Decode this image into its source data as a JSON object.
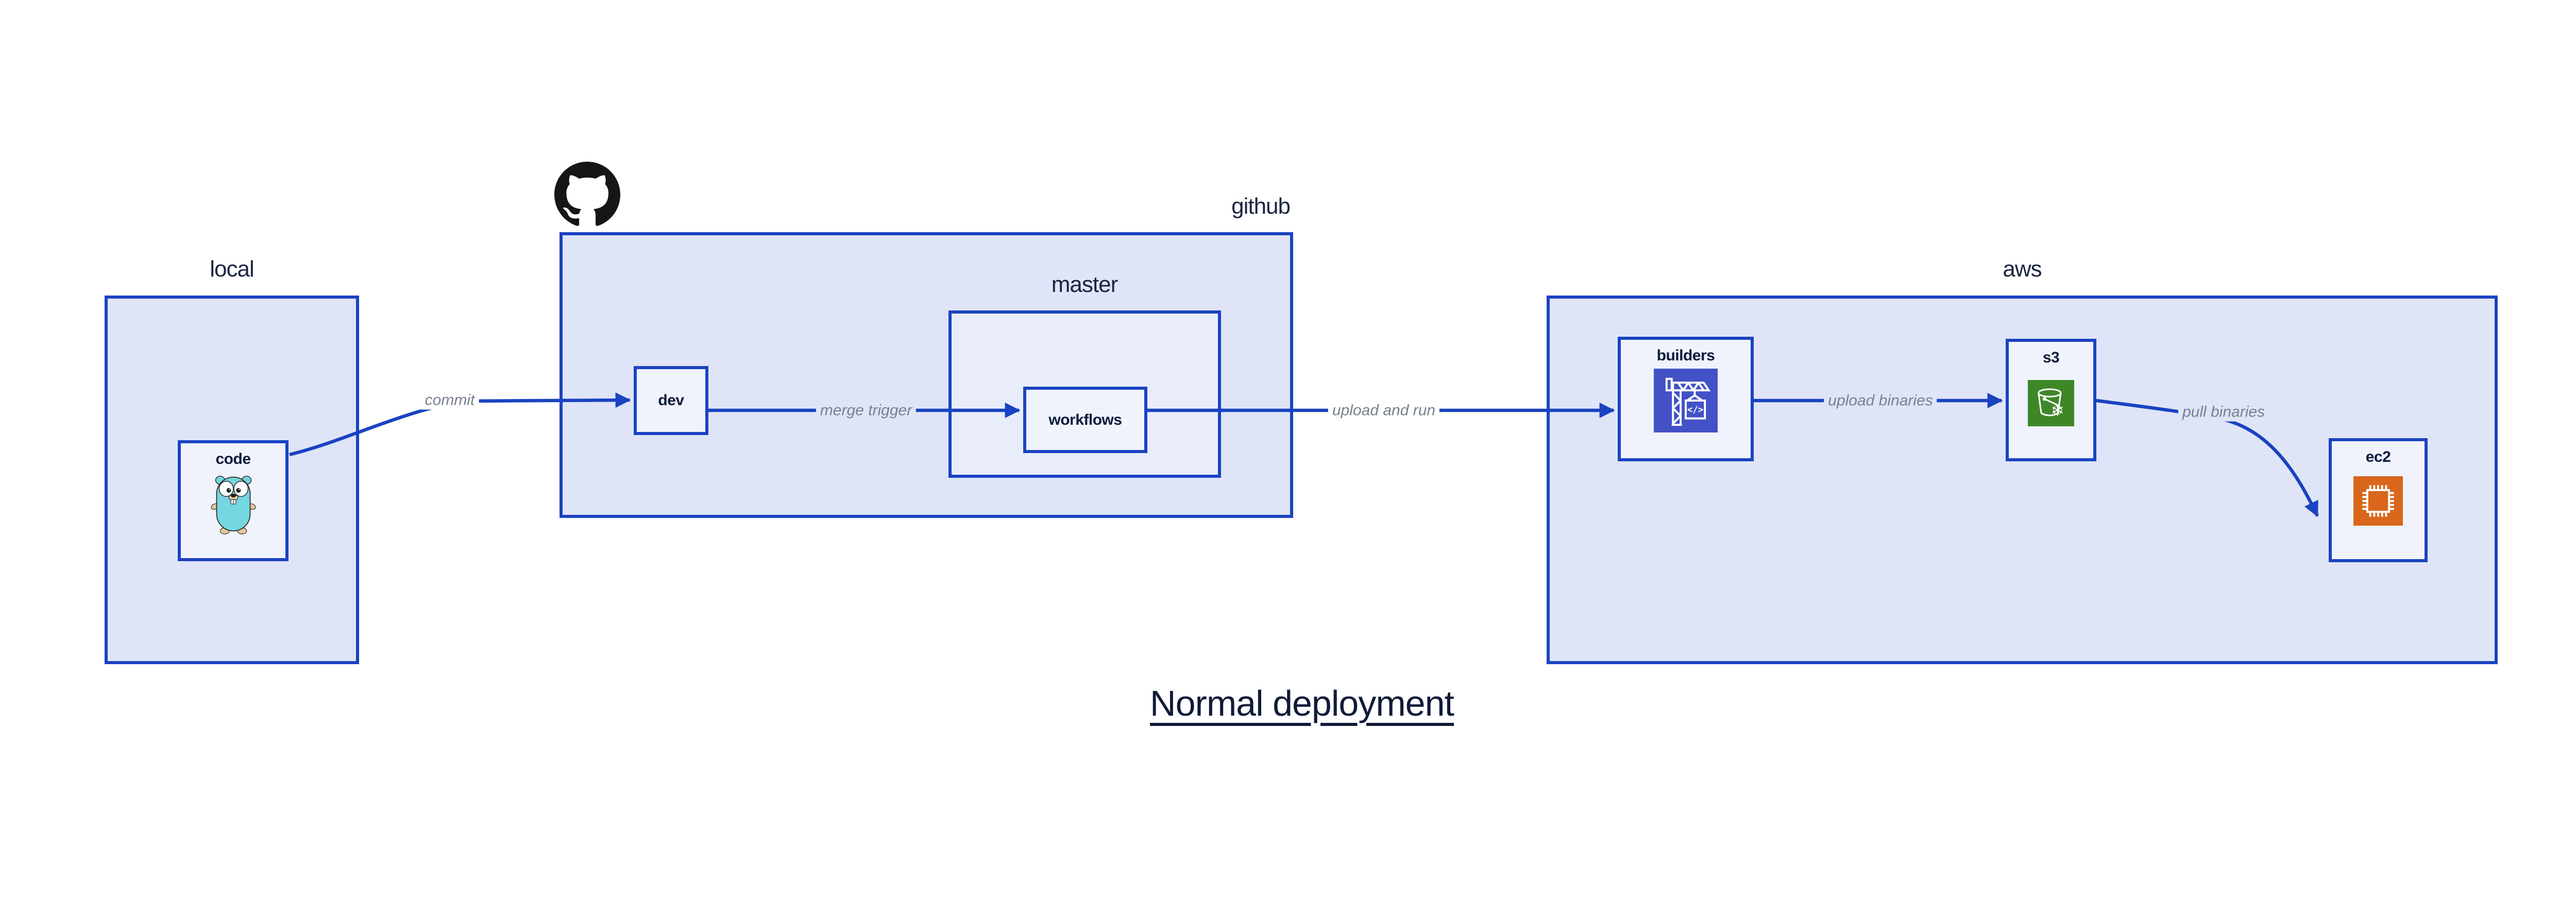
{
  "title": "Normal deployment",
  "containers": {
    "local": {
      "label": "local"
    },
    "github": {
      "label": "github"
    },
    "master": {
      "label": "master"
    },
    "aws": {
      "label": "aws"
    }
  },
  "nodes": {
    "code": {
      "label": "code"
    },
    "dev": {
      "label": "dev"
    },
    "workflows": {
      "label": "workflows"
    },
    "builders": {
      "label": "builders"
    },
    "s3": {
      "label": "s3"
    },
    "ec2": {
      "label": "ec2"
    }
  },
  "edges": {
    "commit": {
      "label": "commit"
    },
    "merge_trigger": {
      "label": "merge trigger"
    },
    "upload_and_run": {
      "label": "upload and run"
    },
    "upload_binaries": {
      "label": "upload binaries"
    },
    "pull_binaries": {
      "label": "pull binaries"
    }
  },
  "icons": {
    "github_logo": "github-octocat-mark",
    "code": "go-gopher",
    "builders": "aws-codebuild-crane",
    "s3": "aws-s3-glacier-bucket",
    "ec2": "aws-ec2-chip"
  },
  "colors": {
    "border_blue": "#1a43c1",
    "arrow_blue": "#1a43c1",
    "container_fill": "#dfe5f7",
    "master_fill": "#e9edfb",
    "node_fill": "#f0f3fc",
    "edge_label_gray": "#78818f",
    "text_navy": "#0d1b3c",
    "codebuild_bg": "#4351c6",
    "s3_glacier_bg": "#3e8727",
    "ec2_bg": "#d9661a",
    "gopher_teal": "#74d6de",
    "octocat_black": "#171515"
  }
}
